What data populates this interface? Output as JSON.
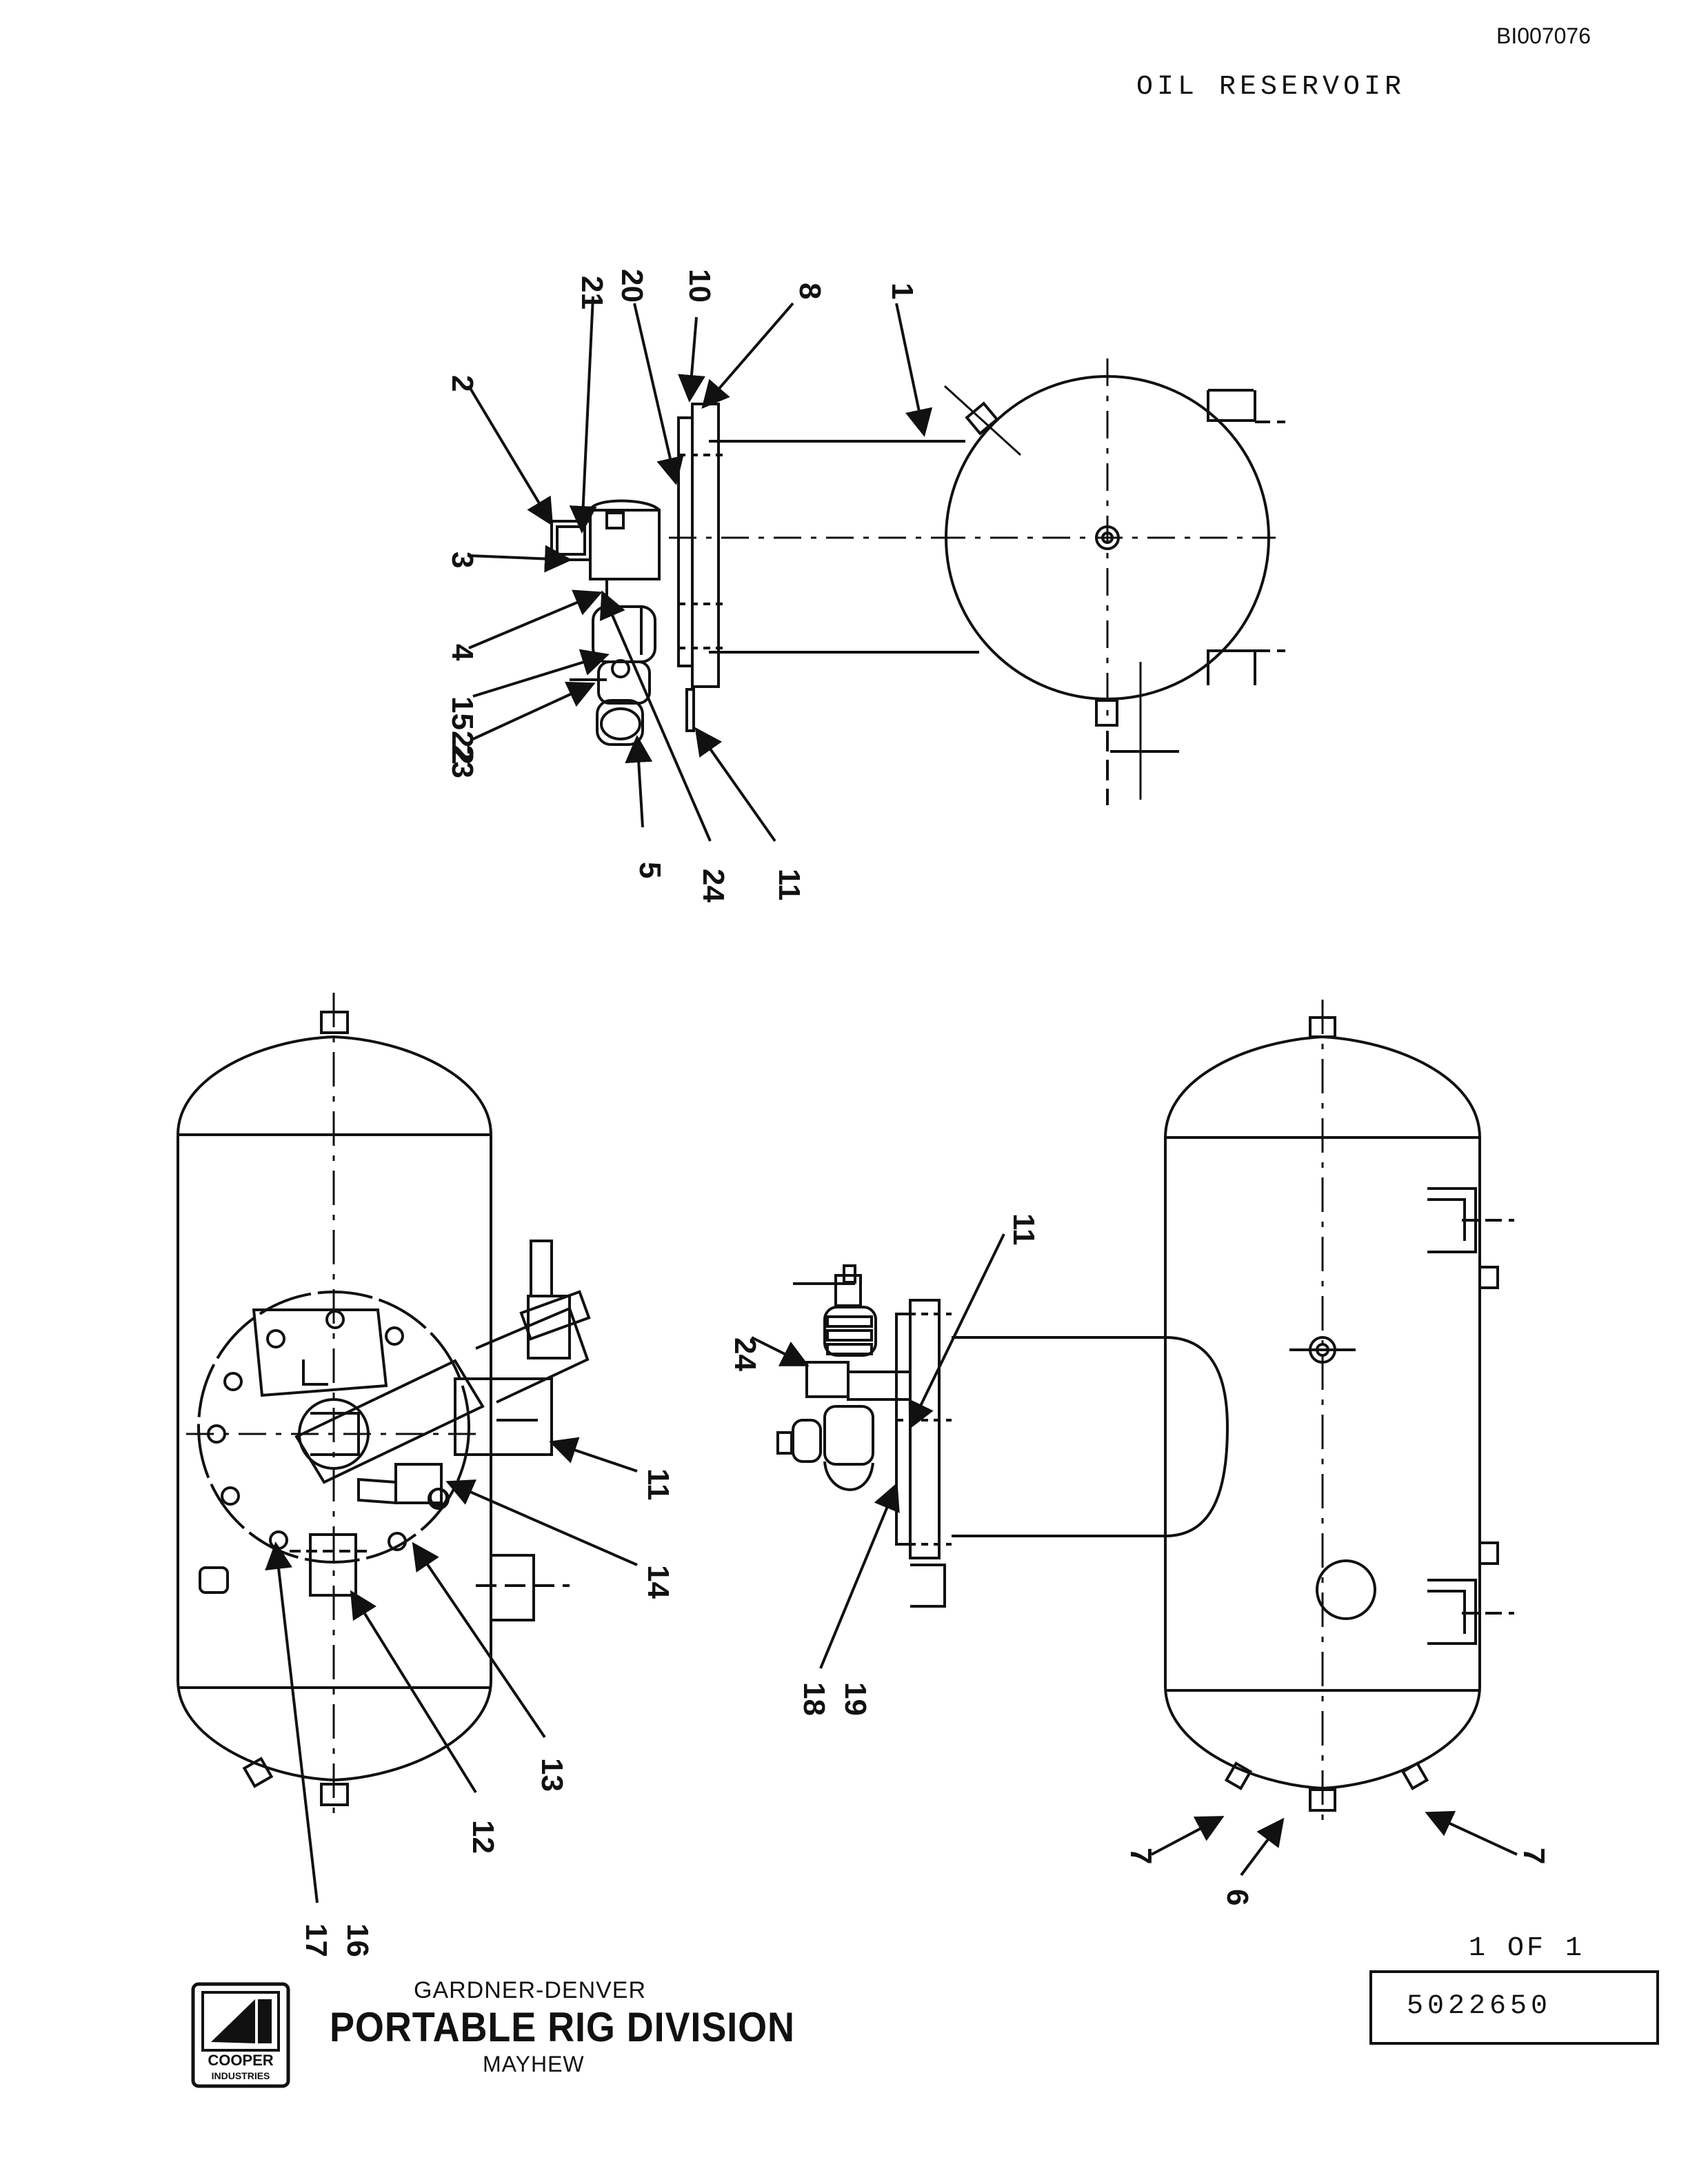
{
  "document_id": "BI007076",
  "title": "OIL RESERVOIR",
  "sheet": "1 OF 1",
  "drawing_number": "5022650",
  "company": {
    "name": "GARDNER-DENVER",
    "division": "PORTABLE RIG DIVISION",
    "location": "MAYHEW",
    "logo_text_1": "COOPER",
    "logo_text_2": "INDUSTRIES"
  },
  "callouts": {
    "top_view": [
      "21",
      "20",
      "10",
      "8",
      "1",
      "2",
      "3",
      "4",
      "15",
      "23",
      "22",
      "5",
      "24",
      "11"
    ],
    "left_view": [
      "11",
      "14",
      "13",
      "12",
      "17",
      "16"
    ],
    "right_view": [
      "24",
      "11",
      "18",
      "19",
      "7",
      "6",
      "7"
    ]
  }
}
